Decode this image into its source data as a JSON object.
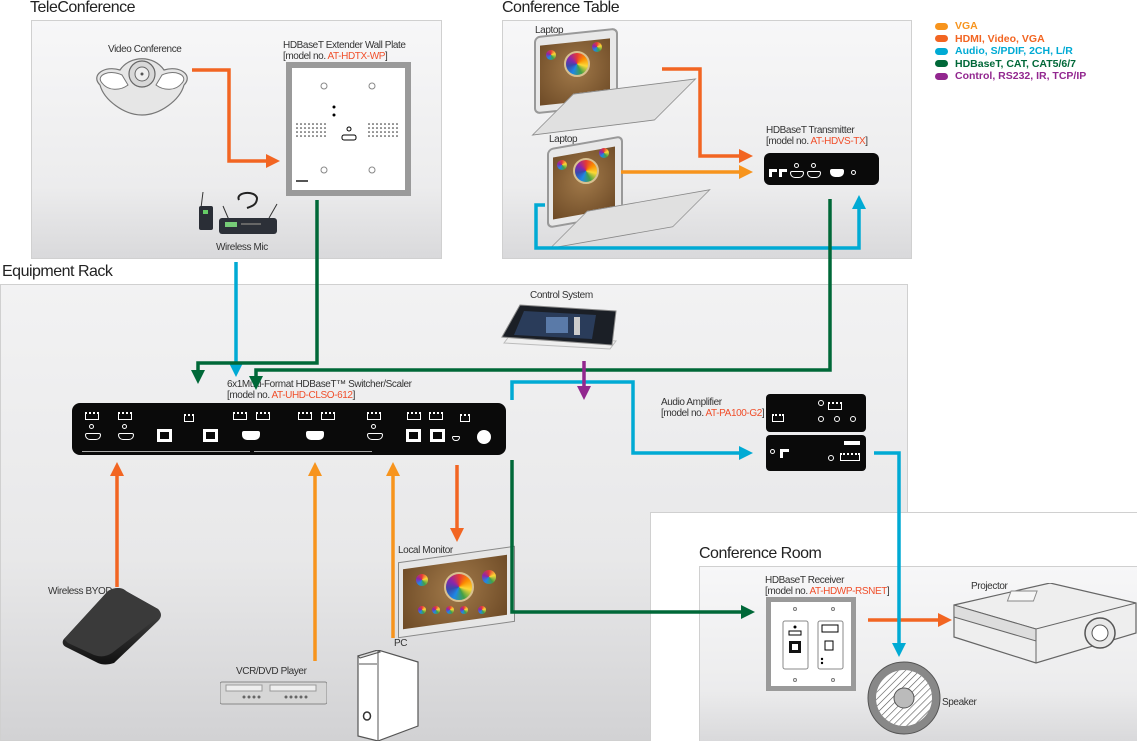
{
  "sections": {
    "teleconference": "TeleConference",
    "conference_table": "Conference Table",
    "equipment_rack": "Equipment Rack",
    "conference_room": "Conference Room"
  },
  "legend": [
    {
      "label": "VGA",
      "color": "#f7941d"
    },
    {
      "label": "HDMI, Video, VGA",
      "color": "#f26522"
    },
    {
      "label": "Audio, S/PDIF, 2CH, L/R",
      "color": "#00aad4"
    },
    {
      "label": "HDBaseT, CAT, CAT5/6/7",
      "color": "#006838"
    },
    {
      "label": "Control, RS232, IR, TCP/IP",
      "color": "#92278f"
    }
  ],
  "devices": {
    "video_conference": {
      "label": "Video Conference"
    },
    "wall_plate": {
      "title": "HDBaseT Extender Wall Plate",
      "model_prefix": "[model no. ",
      "model": "AT-HDTX-WP",
      "model_suffix": "]"
    },
    "wireless_mic": {
      "label": "Wireless Mic"
    },
    "laptop1": {
      "label": "Laptop"
    },
    "laptop2": {
      "label": "Laptop"
    },
    "transmitter": {
      "title": "HDBaseT Transmitter",
      "model_prefix": "[model no. ",
      "model": "AT-HDVS-TX",
      "model_suffix": "]"
    },
    "control_system": {
      "label": "Control System"
    },
    "switcher": {
      "title": "6x1Multi-Format HDBaseT™ Switcher/Scaler",
      "model_prefix": "[model no. ",
      "model": "AT-UHD-CLSO-612",
      "model_suffix": "]"
    },
    "amplifier": {
      "title": "Audio Amplifier",
      "model_prefix": "[model no. ",
      "model": "AT-PA100-G2",
      "model_suffix": "]"
    },
    "wireless_byod": {
      "label": "Wireless BYOD"
    },
    "vcr_dvd": {
      "label": "VCR/DVD Player"
    },
    "pc": {
      "label": "PC"
    },
    "local_monitor": {
      "label": "Local Monitor"
    },
    "receiver": {
      "title": "HDBaseT Receiver",
      "model_prefix": "[model no. ",
      "model": "AT-HDWP-RSNET",
      "model_suffix": "]"
    },
    "projector": {
      "label": "Projector"
    },
    "speaker": {
      "label": "Speaker"
    }
  },
  "colors": {
    "vga": "#f7941d",
    "hdmi": "#f26522",
    "audio": "#00aad4",
    "hdbaset": "#006838",
    "control": "#92278f",
    "model_text": "#f04e2a"
  }
}
